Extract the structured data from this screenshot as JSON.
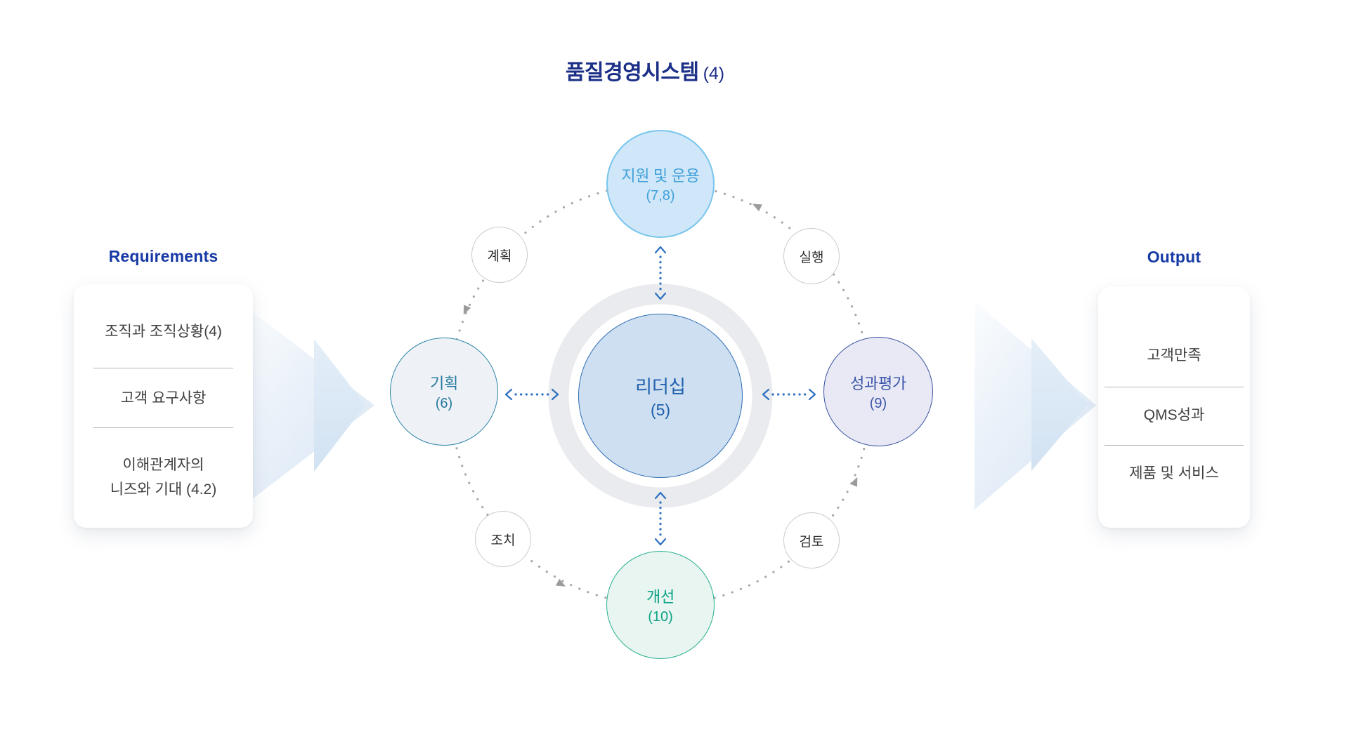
{
  "title": {
    "text": "품질경영시스템",
    "number": "(4)"
  },
  "requirements": {
    "heading": "Requirements",
    "items": [
      {
        "lines": [
          "조직과 조직상황(4)"
        ]
      },
      {
        "lines": [
          "고객 요구사항"
        ]
      },
      {
        "lines": [
          "이해관계자의",
          "니즈와 기대 (4.2)"
        ]
      }
    ]
  },
  "output": {
    "heading": "Output",
    "items": [
      {
        "lines": [
          "고객만족"
        ]
      },
      {
        "lines": [
          "QMS성과"
        ]
      },
      {
        "lines": [
          "제품 및 서비스"
        ]
      }
    ]
  },
  "diagram": {
    "center": {
      "label": "리더십",
      "number": "(5)"
    },
    "nodes": {
      "top": {
        "label": "지원 및 운용",
        "number": "(7,8)"
      },
      "left": {
        "label": "기획",
        "number": "(6)"
      },
      "right": {
        "label": "성과평가",
        "number": "(9)"
      },
      "bottom": {
        "label": "개선",
        "number": "(10)"
      }
    },
    "pdca": {
      "plan": "계획",
      "do": "실행",
      "check": "검토",
      "act": "조치"
    }
  },
  "colors": {
    "title_navy": "#1c2f87",
    "heading_blue": "#1639a5",
    "leadership_fill": "#cddff0",
    "leadership_stroke": "#2e6db6",
    "leadership_text": "#1e60ac",
    "support_fill": "#cfe7f8",
    "support_stroke": "#79c5ec",
    "support_text": "#41a0da",
    "planning_fill": "#eef2f6",
    "planning_stroke": "#2f85aa",
    "planning_text": "#27799f",
    "evaluation_fill": "#e9e9f5",
    "evaluation_stroke": "#36509f",
    "evaluation_text": "#3a55a8",
    "improvement_fill": "#e8f5f0",
    "improvement_stroke": "#27af90",
    "improvement_text": "#10a287",
    "connector_blue": "#2b70c1",
    "cycle_dot_gray": "#a8a8a8",
    "ring_gray": "#e9ebee",
    "flow_arrow_blue": "#d8e6f4",
    "card_text": "#3f3f3f",
    "divider_gray": "#b5b5b5"
  }
}
